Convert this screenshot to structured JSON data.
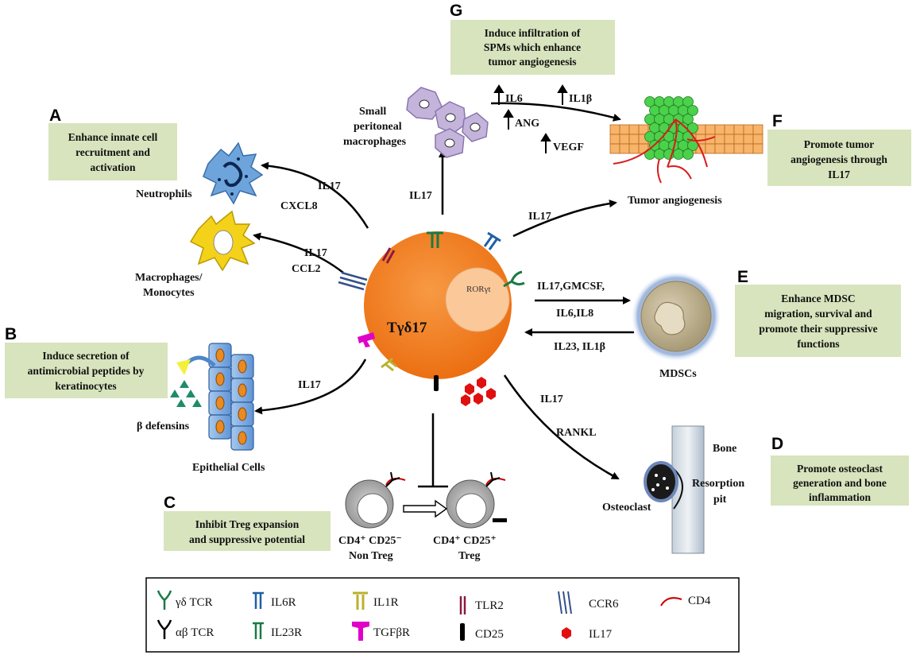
{
  "center": {
    "label": "Tγδ17",
    "nucleus_label": "RORγt"
  },
  "panels": {
    "A": {
      "letter": "A",
      "lines": [
        "Enhance innate cell",
        "recruitment and",
        "activation"
      ]
    },
    "B": {
      "letter": "B",
      "lines": [
        "Induce secretion of",
        "antimicrobial peptides by",
        "keratinocytes"
      ]
    },
    "C": {
      "letter": "C",
      "lines": [
        "Inhibit Treg expansion",
        "and suppressive potential"
      ]
    },
    "D": {
      "letter": "D",
      "lines": [
        "Promote osteoclast",
        "generation and bone",
        "inflammation"
      ]
    },
    "E": {
      "letter": "E",
      "lines": [
        "Enhance MDSC",
        "migration, survival and",
        "promote their suppressive",
        "functions"
      ]
    },
    "F": {
      "letter": "F",
      "lines": [
        "Promote tumor",
        "angiogenesis through",
        "IL17"
      ]
    },
    "G": {
      "letter": "G",
      "lines": [
        "Induce infiltration of",
        "SPMs which enhance",
        "tumor angiogenesis"
      ]
    }
  },
  "cells": {
    "neutrophils": "Neutrophils",
    "macrophages": [
      "Macrophages/",
      "Monocytes"
    ],
    "epithelial": "Epithelial Cells",
    "defensins": "β defensins",
    "spm": [
      "Small",
      "peritoneal",
      "macrophages"
    ],
    "tumor": "Tumor angiogenesis",
    "mdsc": "MDSCs",
    "osteoclast": "Osteoclast",
    "bone": "Bone",
    "resorption": [
      "Resorption",
      "pit"
    ],
    "nontreg": {
      "name": "CD4⁺ CD25⁻",
      "sub": "Non Treg"
    },
    "treg": {
      "name": "CD4⁺ CD25⁺",
      "sub": "Treg"
    }
  },
  "arrow_labels": {
    "neut_il17": "IL17",
    "neut_cxcl8": "CXCL8",
    "mac_il17": "IL17",
    "mac_ccl2": "CCL2",
    "epi_il17": "IL17",
    "spm_il17": "IL17",
    "tumor_il17": "IL17",
    "il6": "IL6",
    "il1b": "IL1β",
    "ang": "ANG",
    "vegf": "VEGF",
    "mdsc_out_1": "IL17,GMCSF,",
    "mdsc_out_2": "IL6,IL8",
    "mdsc_in": "IL23, IL1β",
    "bone_il17": "IL17",
    "bone_rankl": "RANKL"
  },
  "legend": [
    {
      "icon": "gd-tcr",
      "label": "γδ TCR"
    },
    {
      "icon": "il6r",
      "label": "IL6R"
    },
    {
      "icon": "il1r",
      "label": "IL1R"
    },
    {
      "icon": "tlr2",
      "label": "TLR2"
    },
    {
      "icon": "ccr6",
      "label": "CCR6"
    },
    {
      "icon": "cd4",
      "label": "CD4"
    },
    {
      "icon": "ab-tcr",
      "label": "αβ TCR"
    },
    {
      "icon": "il23r",
      "label": "IL23R"
    },
    {
      "icon": "tgfbr",
      "label": "TGFβR"
    },
    {
      "icon": "cd25",
      "label": "CD25"
    },
    {
      "icon": "il17",
      "label": "IL17"
    }
  ],
  "colors": {
    "cell_orange": "#f07c1e",
    "nucleus": "#fbc89a",
    "box_fill": "#d7e4bd",
    "il6r": "#1f5fa8",
    "il23r": "#1b7a44",
    "il1r": "#b9b12d",
    "tlr2": "#8b1a40",
    "ccr6": "#34508a",
    "tgfbr": "#e000c8",
    "il17": "#e01010",
    "cd4": "#cc0000"
  }
}
